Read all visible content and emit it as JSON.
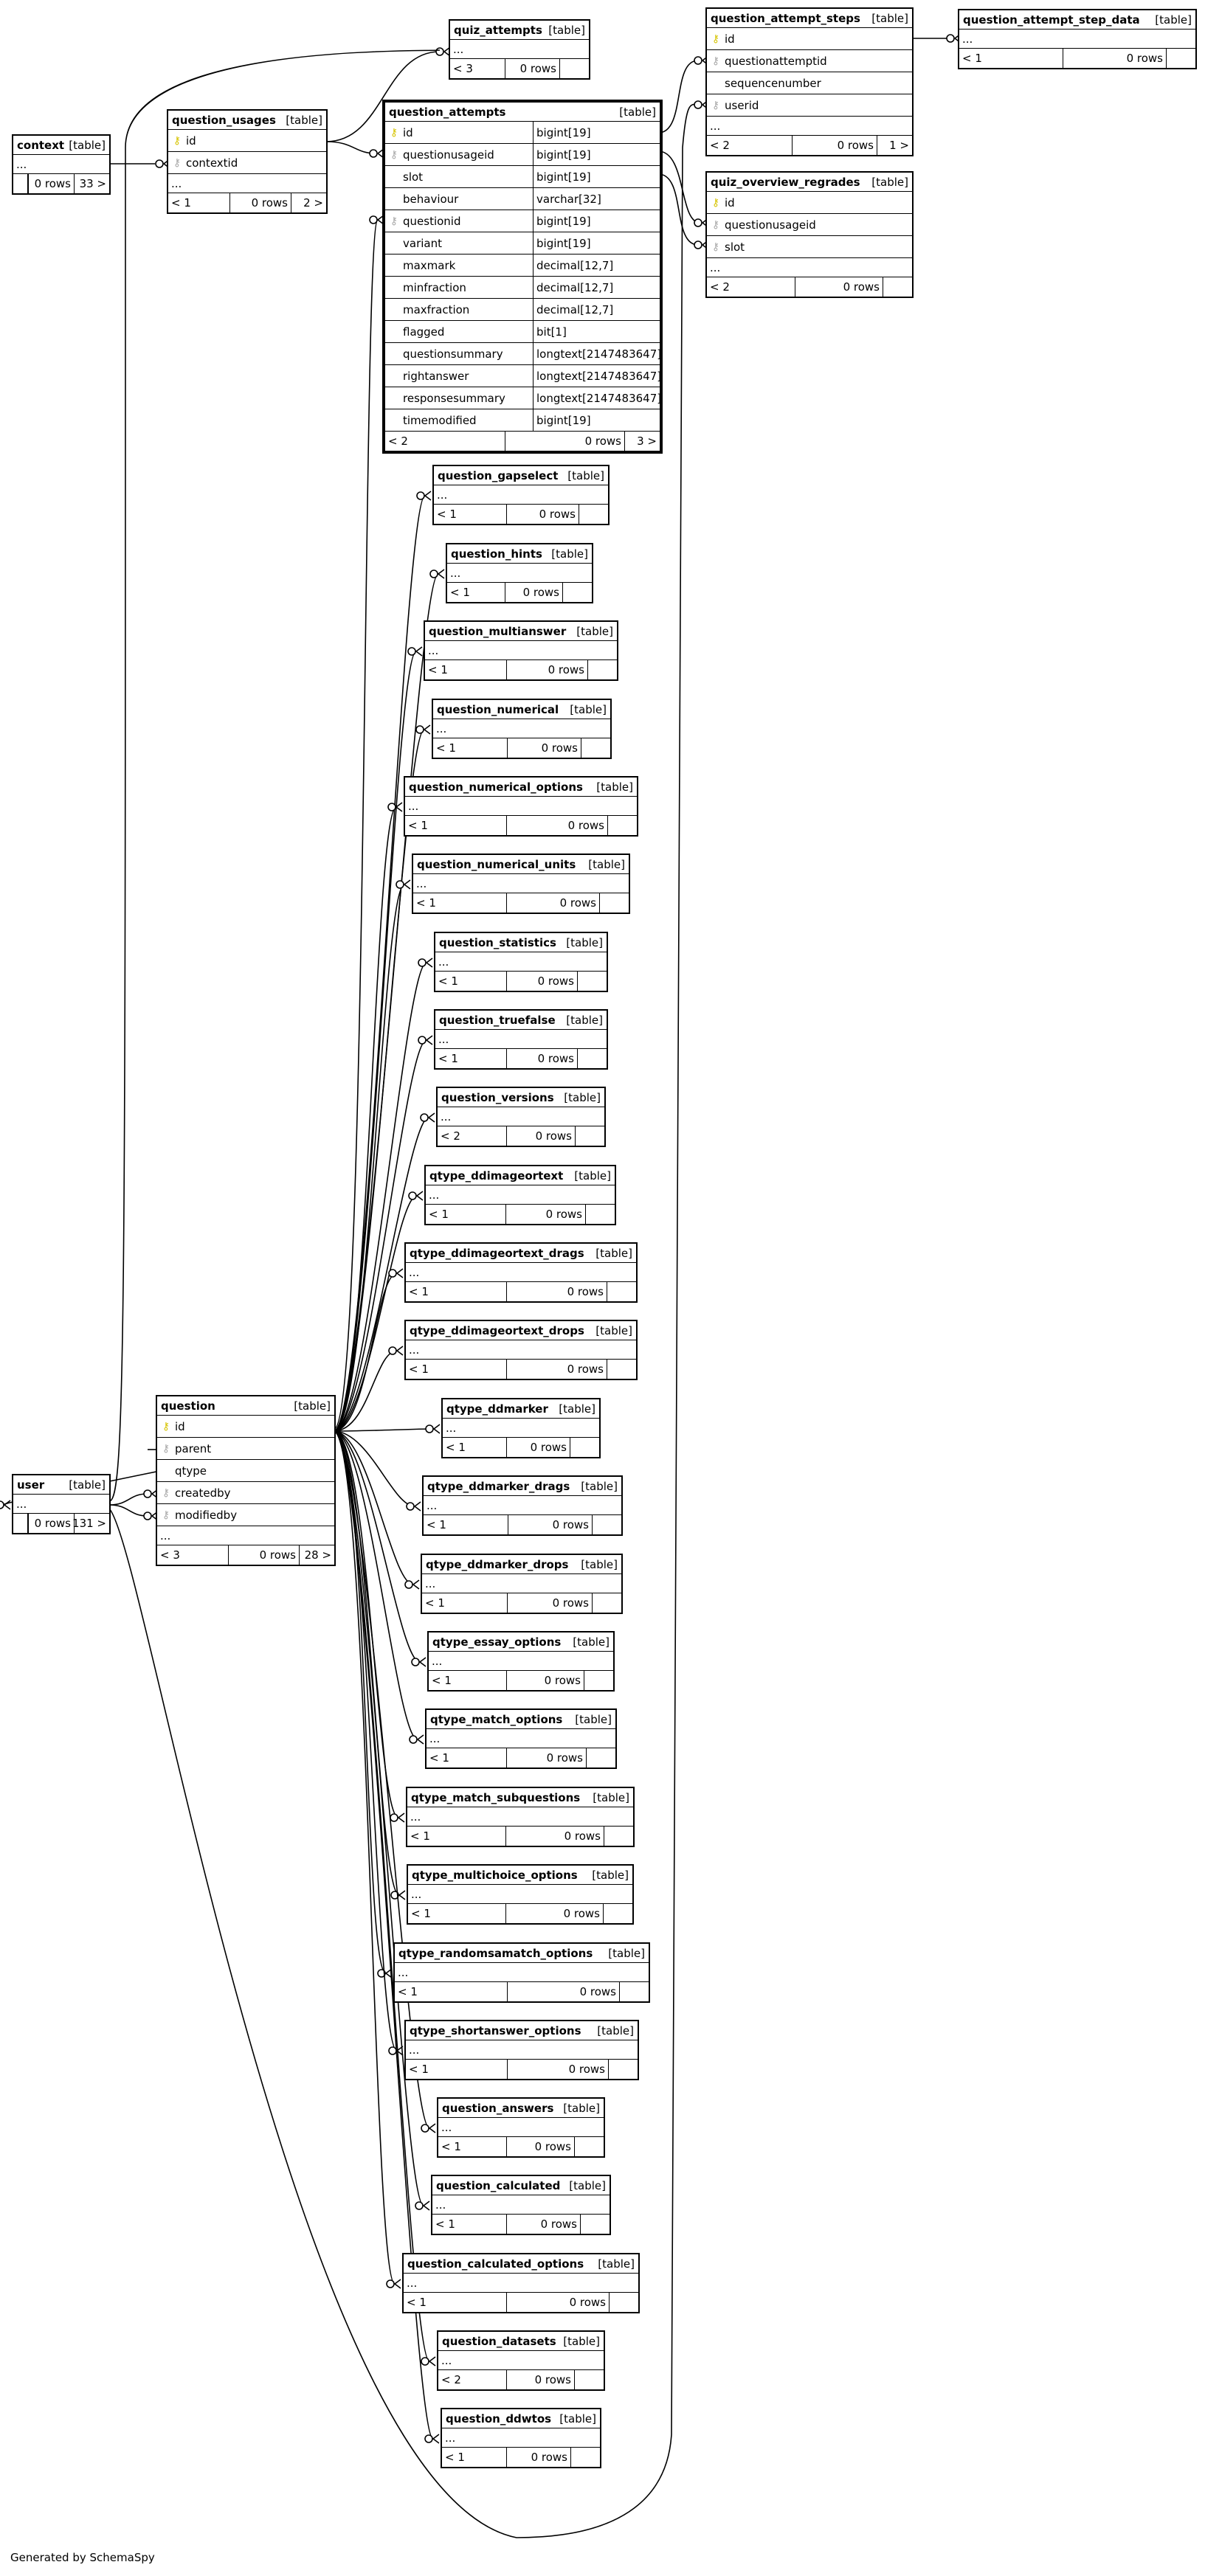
{
  "footer": "Generated by SchemaSpy",
  "table_type_label": "[table]",
  "ellipsis": "...",
  "tables": [
    {
      "id": "context",
      "name": "context",
      "columns": [],
      "more": true,
      "footer": {
        "parents": "",
        "rows": "0 rows",
        "children": "33 >"
      }
    },
    {
      "id": "user",
      "name": "user",
      "columns": [],
      "more": true,
      "footer": {
        "parents": "",
        "rows": "0 rows",
        "children": "131 >"
      }
    },
    {
      "id": "question_usages",
      "name": "question_usages",
      "columns": [
        {
          "name": "id",
          "key": "pk"
        },
        {
          "name": "contextid",
          "key": "fk"
        }
      ],
      "more": true,
      "footer": {
        "parents": "< 1",
        "rows": "0 rows",
        "children": "2 >"
      }
    },
    {
      "id": "question",
      "name": "question",
      "columns": [
        {
          "name": "id",
          "key": "pk"
        },
        {
          "name": "parent",
          "key": "fk"
        },
        {
          "name": "qtype",
          "key": ""
        },
        {
          "name": "createdby",
          "key": "fk"
        },
        {
          "name": "modifiedby",
          "key": "fk"
        }
      ],
      "more": true,
      "footer": {
        "parents": "< 3",
        "rows": "0 rows",
        "children": "28 >"
      }
    },
    {
      "id": "quiz_attempts",
      "name": "quiz_attempts",
      "columns": [],
      "more": true,
      "footer": {
        "parents": "< 3",
        "rows": "0 rows",
        "children": ""
      }
    },
    {
      "id": "question_attempts",
      "name": "question_attempts",
      "focus": true,
      "columns": [
        {
          "name": "id",
          "key": "pk",
          "type": "bigint[19]"
        },
        {
          "name": "questionusageid",
          "key": "fk",
          "type": "bigint[19]"
        },
        {
          "name": "slot",
          "key": "",
          "type": "bigint[19]"
        },
        {
          "name": "behaviour",
          "key": "",
          "type": "varchar[32]"
        },
        {
          "name": "questionid",
          "key": "fk",
          "type": "bigint[19]"
        },
        {
          "name": "variant",
          "key": "",
          "type": "bigint[19]"
        },
        {
          "name": "maxmark",
          "key": "",
          "type": "decimal[12,7]"
        },
        {
          "name": "minfraction",
          "key": "",
          "type": "decimal[12,7]"
        },
        {
          "name": "maxfraction",
          "key": "",
          "type": "decimal[12,7]"
        },
        {
          "name": "flagged",
          "key": "",
          "type": "bit[1]"
        },
        {
          "name": "questionsummary",
          "key": "",
          "type": "longtext[2147483647]"
        },
        {
          "name": "rightanswer",
          "key": "",
          "type": "longtext[2147483647]"
        },
        {
          "name": "responsesummary",
          "key": "",
          "type": "longtext[2147483647]"
        },
        {
          "name": "timemodified",
          "key": "",
          "type": "bigint[19]"
        }
      ],
      "more": false,
      "footer": {
        "parents": "< 2",
        "rows": "0 rows",
        "children": "3 >"
      }
    },
    {
      "id": "question_attempt_steps",
      "name": "question_attempt_steps",
      "columns": [
        {
          "name": "id",
          "key": "pk"
        },
        {
          "name": "questionattemptid",
          "key": "fk"
        },
        {
          "name": "sequencenumber",
          "key": ""
        },
        {
          "name": "userid",
          "key": "fk"
        }
      ],
      "more": true,
      "footer": {
        "parents": "< 2",
        "rows": "0 rows",
        "children": "1 >"
      }
    },
    {
      "id": "question_attempt_step_data",
      "name": "question_attempt_step_data",
      "columns": [],
      "more": true,
      "footer": {
        "parents": "< 1",
        "rows": "0 rows",
        "children": ""
      }
    },
    {
      "id": "quiz_overview_regrades",
      "name": "quiz_overview_regrades",
      "columns": [
        {
          "name": "id",
          "key": "pk"
        },
        {
          "name": "questionusageid",
          "key": "fk"
        },
        {
          "name": "slot",
          "key": "fk"
        }
      ],
      "more": true,
      "footer": {
        "parents": "< 2",
        "rows": "0 rows",
        "children": ""
      }
    },
    {
      "id": "question_gapselect",
      "name": "question_gapselect",
      "columns": [],
      "more": true,
      "footer": {
        "parents": "< 1",
        "rows": "0 rows",
        "children": ""
      }
    },
    {
      "id": "question_hints",
      "name": "question_hints",
      "columns": [],
      "more": true,
      "footer": {
        "parents": "< 1",
        "rows": "0 rows",
        "children": ""
      }
    },
    {
      "id": "question_multianswer",
      "name": "question_multianswer",
      "columns": [],
      "more": true,
      "footer": {
        "parents": "< 1",
        "rows": "0 rows",
        "children": ""
      }
    },
    {
      "id": "question_numerical",
      "name": "question_numerical",
      "columns": [],
      "more": true,
      "footer": {
        "parents": "< 1",
        "rows": "0 rows",
        "children": ""
      }
    },
    {
      "id": "question_numerical_options",
      "name": "question_numerical_options",
      "columns": [],
      "more": true,
      "footer": {
        "parents": "< 1",
        "rows": "0 rows",
        "children": ""
      }
    },
    {
      "id": "question_numerical_units",
      "name": "question_numerical_units",
      "columns": [],
      "more": true,
      "footer": {
        "parents": "< 1",
        "rows": "0 rows",
        "children": ""
      }
    },
    {
      "id": "question_statistics",
      "name": "question_statistics",
      "columns": [],
      "more": true,
      "footer": {
        "parents": "< 1",
        "rows": "0 rows",
        "children": ""
      }
    },
    {
      "id": "question_truefalse",
      "name": "question_truefalse",
      "columns": [],
      "more": true,
      "footer": {
        "parents": "< 1",
        "rows": "0 rows",
        "children": ""
      }
    },
    {
      "id": "question_versions",
      "name": "question_versions",
      "columns": [],
      "more": true,
      "footer": {
        "parents": "< 2",
        "rows": "0 rows",
        "children": ""
      }
    },
    {
      "id": "qtype_ddimageortext",
      "name": "qtype_ddimageortext",
      "columns": [],
      "more": true,
      "footer": {
        "parents": "< 1",
        "rows": "0 rows",
        "children": ""
      }
    },
    {
      "id": "qtype_ddimageortext_drags",
      "name": "qtype_ddimageortext_drags",
      "columns": [],
      "more": true,
      "footer": {
        "parents": "< 1",
        "rows": "0 rows",
        "children": ""
      }
    },
    {
      "id": "qtype_ddimageortext_drops",
      "name": "qtype_ddimageortext_drops",
      "columns": [],
      "more": true,
      "footer": {
        "parents": "< 1",
        "rows": "0 rows",
        "children": ""
      }
    },
    {
      "id": "qtype_ddmarker",
      "name": "qtype_ddmarker",
      "columns": [],
      "more": true,
      "footer": {
        "parents": "< 1",
        "rows": "0 rows",
        "children": ""
      }
    },
    {
      "id": "qtype_ddmarker_drags",
      "name": "qtype_ddmarker_drags",
      "columns": [],
      "more": true,
      "footer": {
        "parents": "< 1",
        "rows": "0 rows",
        "children": ""
      }
    },
    {
      "id": "qtype_ddmarker_drops",
      "name": "qtype_ddmarker_drops",
      "columns": [],
      "more": true,
      "footer": {
        "parents": "< 1",
        "rows": "0 rows",
        "children": ""
      }
    },
    {
      "id": "qtype_essay_options",
      "name": "qtype_essay_options",
      "columns": [],
      "more": true,
      "footer": {
        "parents": "< 1",
        "rows": "0 rows",
        "children": ""
      }
    },
    {
      "id": "qtype_match_options",
      "name": "qtype_match_options",
      "columns": [],
      "more": true,
      "footer": {
        "parents": "< 1",
        "rows": "0 rows",
        "children": ""
      }
    },
    {
      "id": "qtype_match_subquestions",
      "name": "qtype_match_subquestions",
      "columns": [],
      "more": true,
      "footer": {
        "parents": "< 1",
        "rows": "0 rows",
        "children": ""
      }
    },
    {
      "id": "qtype_multichoice_options",
      "name": "qtype_multichoice_options",
      "columns": [],
      "more": true,
      "footer": {
        "parents": "< 1",
        "rows": "0 rows",
        "children": ""
      }
    },
    {
      "id": "qtype_randomsamatch_options",
      "name": "qtype_randomsamatch_options",
      "columns": [],
      "more": true,
      "footer": {
        "parents": "< 1",
        "rows": "0 rows",
        "children": ""
      }
    },
    {
      "id": "qtype_shortanswer_options",
      "name": "qtype_shortanswer_options",
      "columns": [],
      "more": true,
      "footer": {
        "parents": "< 1",
        "rows": "0 rows",
        "children": ""
      }
    },
    {
      "id": "question_answers",
      "name": "question_answers",
      "columns": [],
      "more": true,
      "footer": {
        "parents": "< 1",
        "rows": "0 rows",
        "children": ""
      }
    },
    {
      "id": "question_calculated",
      "name": "question_calculated",
      "columns": [],
      "more": true,
      "footer": {
        "parents": "< 1",
        "rows": "0 rows",
        "children": ""
      }
    },
    {
      "id": "question_calculated_options",
      "name": "question_calculated_options",
      "columns": [],
      "more": true,
      "footer": {
        "parents": "< 1",
        "rows": "0 rows",
        "children": ""
      }
    },
    {
      "id": "question_datasets",
      "name": "question_datasets",
      "columns": [],
      "more": true,
      "footer": {
        "parents": "< 2",
        "rows": "0 rows",
        "children": ""
      }
    },
    {
      "id": "question_ddwtos",
      "name": "question_ddwtos",
      "columns": [],
      "more": true,
      "footer": {
        "parents": "< 1",
        "rows": "0 rows",
        "children": ""
      }
    }
  ]
}
